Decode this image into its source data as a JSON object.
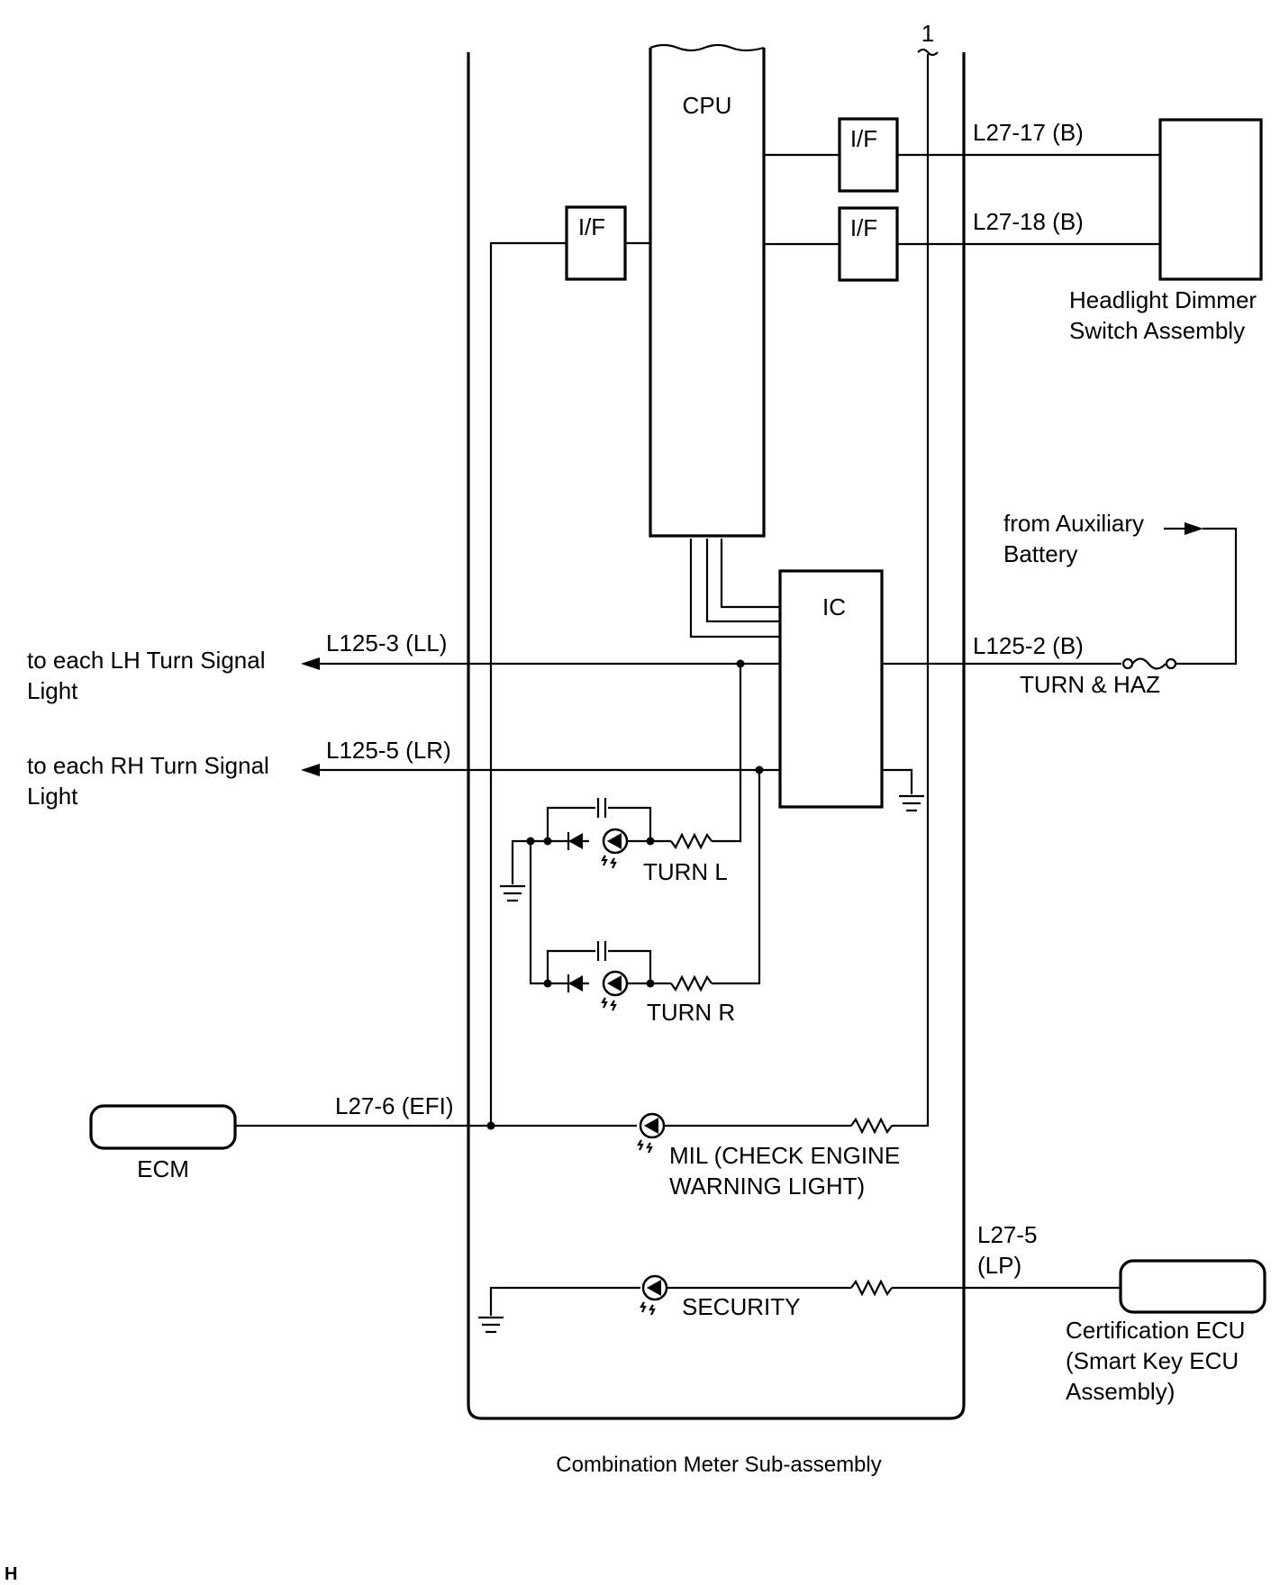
{
  "components": {
    "cpu": "CPU",
    "if": "I/F",
    "ic": "IC",
    "meter": "Combination Meter Sub-assembly",
    "headlight_line1": "Headlight Dimmer",
    "headlight_line2": "Switch Assembly",
    "ecm": "ECM",
    "cert_line1": "Certification ECU",
    "cert_line2": "(Smart Key ECU",
    "cert_line3": "Assembly)",
    "aux_line1": "from Auxiliary",
    "aux_line2": "Battery",
    "fuse": "TURN & HAZ"
  },
  "connectors": {
    "l27_17": "L27-17 (B)",
    "l27_18": "L27-18 (B)",
    "l125_3": "L125-3 (LL)",
    "l125_5": "L125-5 (LR)",
    "l125_2": "L125-2 (B)",
    "l27_6": "L27-6 (EFI)",
    "l27_5_a": "L27-5",
    "l27_5_b": "(LP)"
  },
  "outputs": {
    "lh_line1": "to each LH Turn Signal",
    "lh_line2": "Light",
    "rh_line1": "to each RH Turn Signal",
    "rh_line2": "Light"
  },
  "indicators": {
    "turn_l": "TURN L",
    "turn_r": "TURN R",
    "mil_line1": "MIL (CHECK ENGINE",
    "mil_line2": "WARNING LIGHT)",
    "security": "SECURITY"
  },
  "marks": {
    "one": "1",
    "corner": "H"
  }
}
